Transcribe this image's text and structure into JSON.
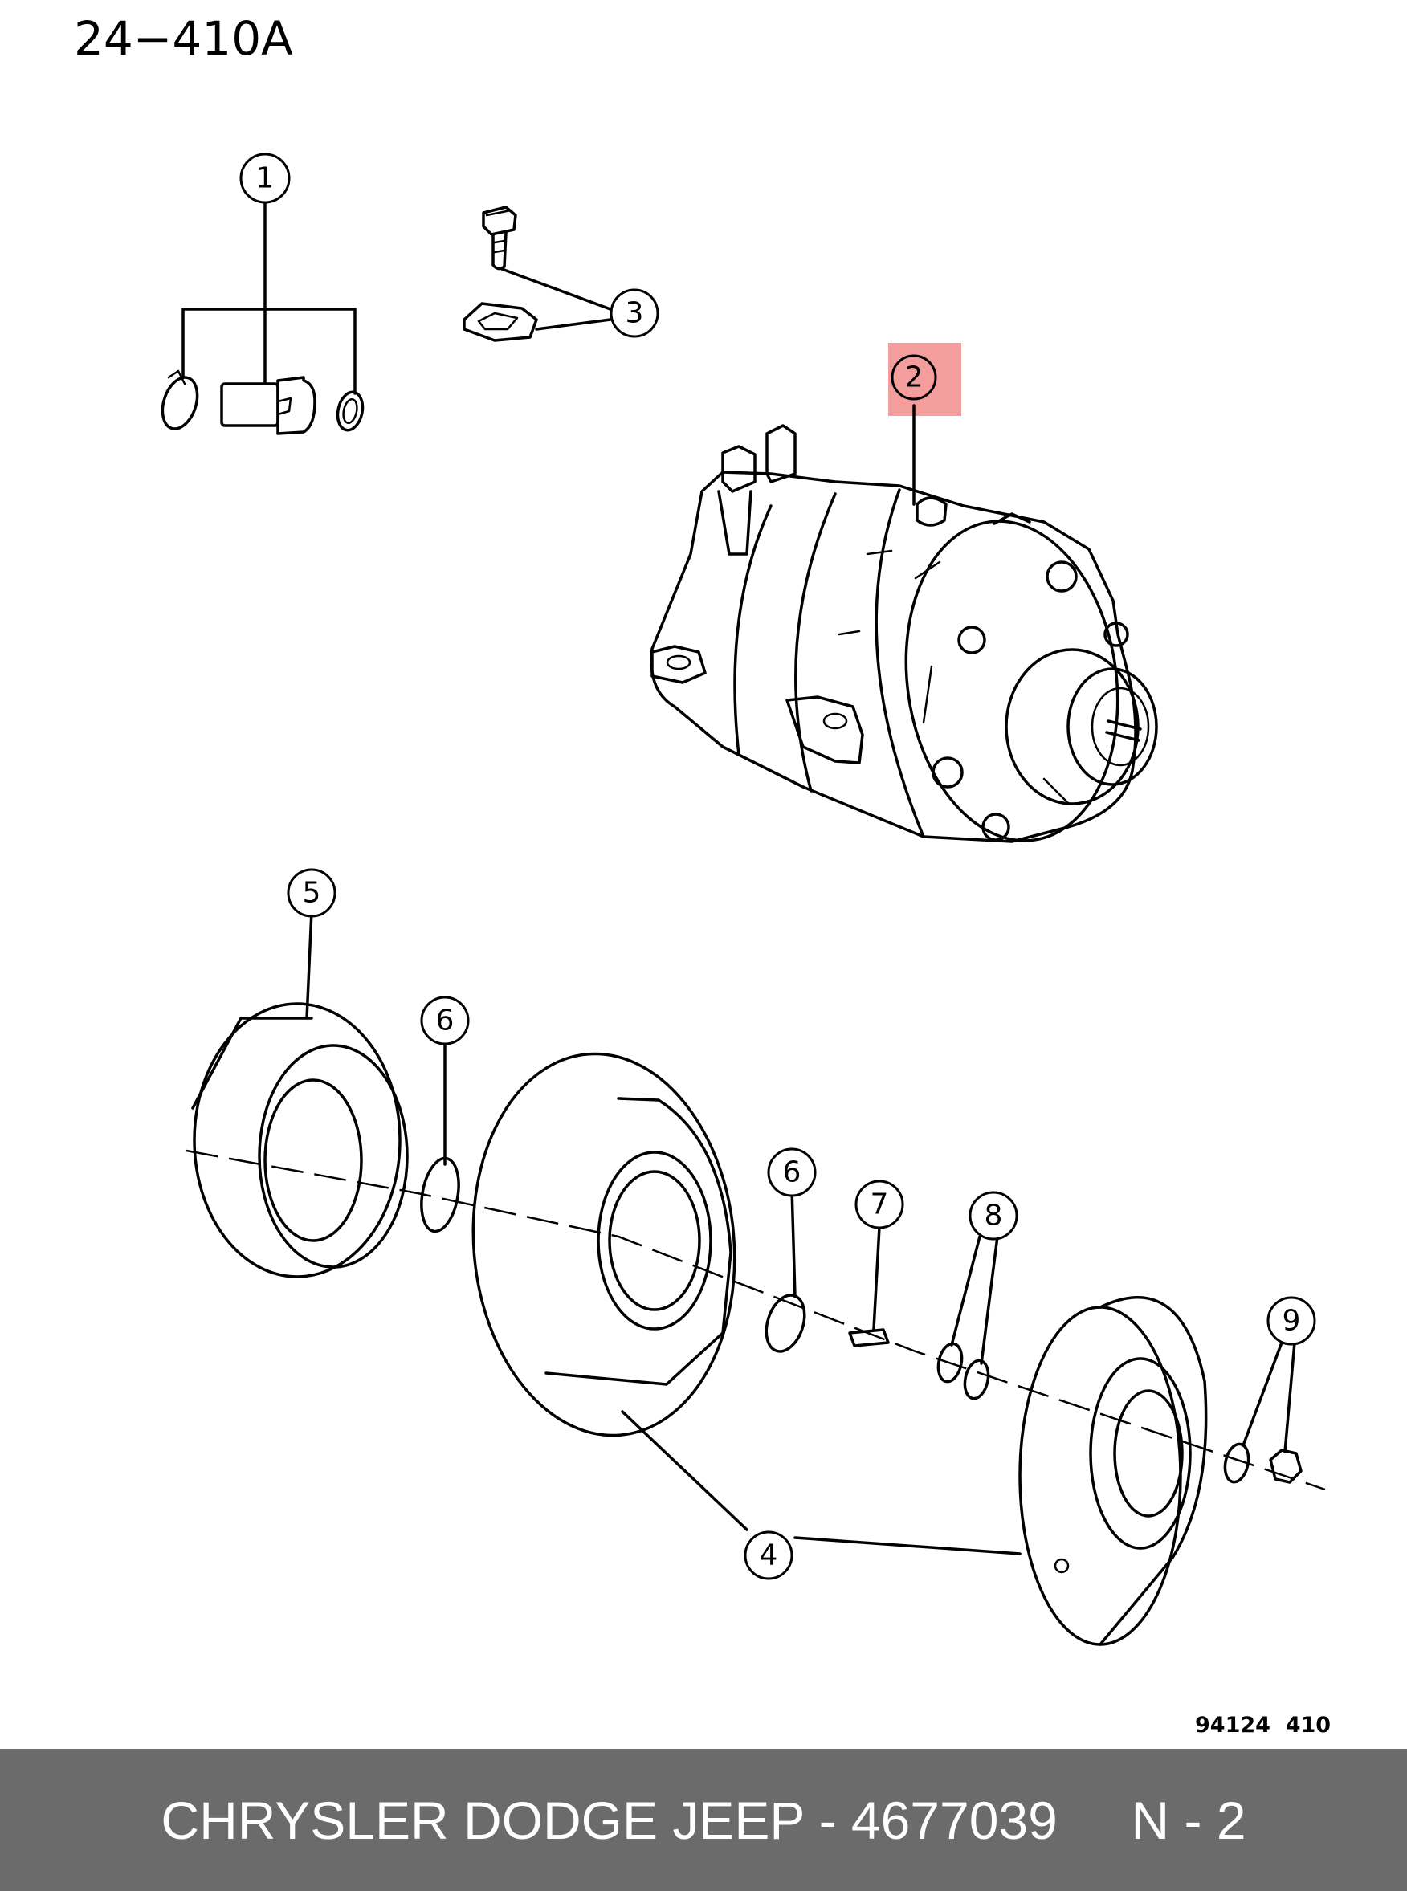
{
  "page_ref": "24−410A",
  "figure_code": "94124  410",
  "callouts": [
    "1",
    "2",
    "3",
    "4",
    "5",
    "6",
    "6",
    "7",
    "8",
    "9"
  ],
  "highlight_color": "#f28c8c",
  "highlighted_callout": "2",
  "footer": {
    "brand": "CHRYSLER DODGE JEEP",
    "separator": " - ",
    "part_number": "4677039",
    "gap": "     ",
    "position": "N - 2",
    "background": "#6b6b6b"
  }
}
